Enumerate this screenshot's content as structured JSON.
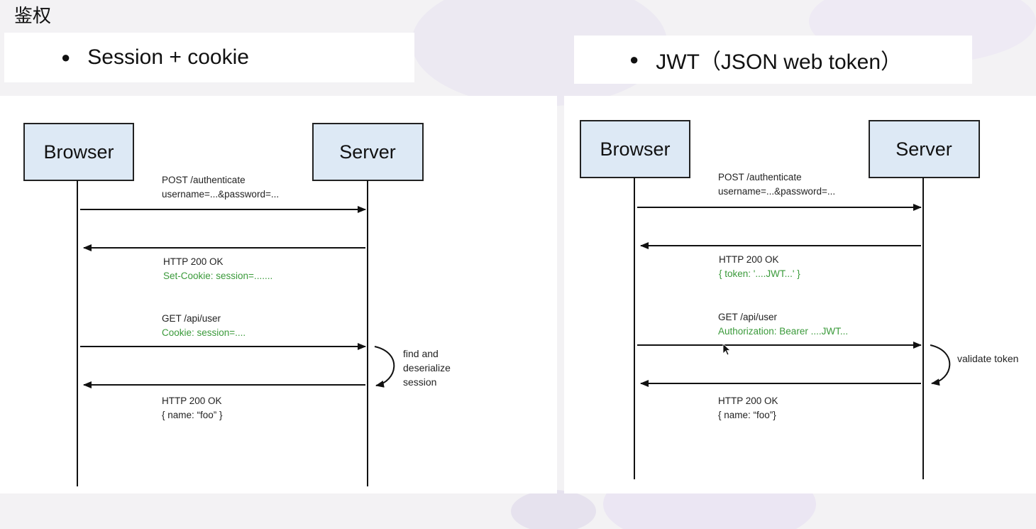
{
  "slide": {
    "title": "鉴权"
  },
  "left": {
    "bullet": "Session + cookie",
    "browser": "Browser",
    "server": "Server",
    "msg1_line1": "POST /authenticate",
    "msg1_line2": "username=...&password=...",
    "msg2_line1": "HTTP 200 OK",
    "msg2_line2": "Set-Cookie: session=.......",
    "msg3_line1": "GET /api/user",
    "msg3_line2": "Cookie: session=....",
    "note_line1": "find and",
    "note_line2": "deserialize",
    "note_line3": "session",
    "msg4_line1": "HTTP 200 OK",
    "msg4_line2": "{ name: “foo” }"
  },
  "right": {
    "bullet": "JWT（JSON web token）",
    "browser": "Browser",
    "server": "Server",
    "msg1_line1": "POST /authenticate",
    "msg1_line2": "username=...&password=...",
    "msg2_line1": "HTTP 200 OK",
    "msg2_line2": "{ token: '....JWT...' }",
    "msg3_line1": "GET /api/user",
    "msg3_line2": "Authorization: Bearer ....JWT...",
    "note_line1": "validate token",
    "msg4_line1": "HTTP 200 OK",
    "msg4_line2": "{ name: “foo”}"
  },
  "colors": {
    "box_fill": "#dde9f5",
    "green_text": "#3a9a3a",
    "line": "#111111"
  }
}
